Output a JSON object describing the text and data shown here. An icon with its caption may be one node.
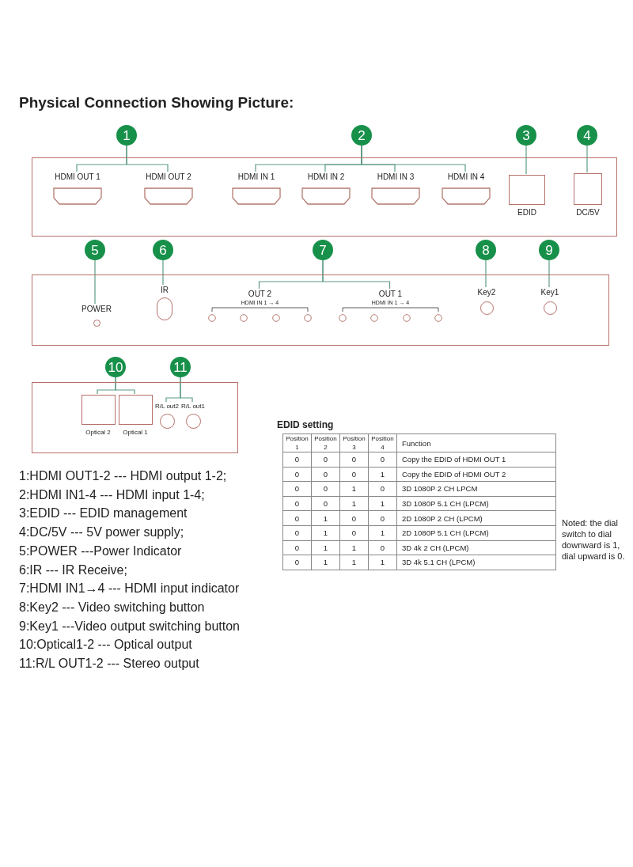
{
  "diagram": {
    "title": "Physical Connection Showing Picture:",
    "nodes": [
      {
        "text": [
          "1"
        ]
      },
      {
        "text": [
          "2"
        ]
      },
      {
        "text": [
          "3"
        ]
      },
      {
        "text": [
          "4"
        ]
      },
      {
        "text": [],
        "shape": "box"
      },
      {
        "text": [
          "HDMI OUT 1"
        ],
        "in": 4
      },
      {
        "text": [
          "HDMI OUT 2"
        ],
        "in": 4
      },
      {
        "text": [
          "HDMI IN 1"
        ],
        "in": 4
      },
      {
        "text": [
          "HDMI IN 2"
        ],
        "in": 4
      },
      {
        "text": [
          "HDMI IN 3"
        ],
        "in": 4
      },
      {
        "text": [
          "HDMI IN 4"
        ],
        "in": 4
      },
      {
        "text": [
          "EDID"
        ],
        "in": 4
      },
      {
        "text": [
          "DC/5V"
        ],
        "in": 4
      },
      {
        "text": [
          "5"
        ]
      },
      {
        "text": [
          "6"
        ]
      },
      {
        "text": [
          "7"
        ]
      },
      {
        "text": [
          "8"
        ]
      },
      {
        "text": [
          "9"
        ]
      },
      {
        "text": [],
        "shape": "box"
      },
      {
        "text": [
          "POWER"
        ],
        "in": 18
      },
      {
        "text": [
          "IR"
        ],
        "in": 18
      },
      {
        "text": [
          "OUT 2",
          "HDMI IN 1 → 4"
        ],
        "in": 18
      },
      {
        "text": [
          "OUT 1",
          "HDMI IN 1 → 4"
        ],
        "in": 18
      },
      {
        "text": [
          "Key2"
        ],
        "in": 18
      },
      {
        "text": [
          "Key1"
        ],
        "in": 18
      },
      {
        "text": [
          "10"
        ]
      },
      {
        "text": [
          "11"
        ]
      },
      {
        "text": [],
        "shape": "box"
      },
      {
        "text": [
          "Optical 2"
        ],
        "in": 27
      },
      {
        "text": [
          "Optical 1"
        ],
        "in": 27
      },
      {
        "text": [
          "R/L out2"
        ],
        "in": 27
      },
      {
        "text": [
          "R/L out1"
        ],
        "in": 27
      }
    ],
    "edges": [
      {
        "from": 0,
        "to": 5,
        "arrow": "none"
      },
      {
        "from": 0,
        "to": 6,
        "arrow": "none"
      },
      {
        "from": 1,
        "to": 7,
        "arrow": "none"
      },
      {
        "from": 1,
        "to": 8,
        "arrow": "none"
      },
      {
        "from": 1,
        "to": 9,
        "arrow": "none"
      },
      {
        "from": 1,
        "to": 10,
        "arrow": "none"
      },
      {
        "from": 2,
        "to": 11,
        "arrow": "none"
      },
      {
        "from": 3,
        "to": 12,
        "arrow": "none"
      },
      {
        "from": 13,
        "to": 19,
        "arrow": "none"
      },
      {
        "from": 14,
        "to": 20,
        "arrow": "none"
      },
      {
        "from": 15,
        "to": 21,
        "arrow": "none"
      },
      {
        "from": 15,
        "to": 22,
        "arrow": "none"
      },
      {
        "from": 16,
        "to": 23,
        "arrow": "none"
      },
      {
        "from": 17,
        "to": 24,
        "arrow": "none"
      },
      {
        "from": 25,
        "to": 28,
        "arrow": "none"
      },
      {
        "from": 25,
        "to": 29,
        "arrow": "none"
      },
      {
        "from": 26,
        "to": 30,
        "arrow": "none"
      },
      {
        "from": 26,
        "to": 31,
        "arrow": "none"
      }
    ],
    "labels": [
      "1:HDMI OUT1-2 --- HDMI output 1-2;",
      "2:HDMI IN1-4 --- HDMI input 1-4;",
      "3:EDID --- EDID management",
      "4:DC/5V --- 5V power supply;",
      "5:POWER ---Power Indicator",
      "6:IR --- IR Receive;",
      "7:HDMI IN1→4 --- HDMI input indicator",
      "8:Key2 --- Video switching button",
      "9:Key1 ---Video output switching button",
      "10:Optical1-2 --- Optical output",
      "11:R/L OUT1-2 --- Stereo output",
      "EDID setting",
      "Position 1",
      "Position 2",
      "Position 3",
      "Position 4",
      "Function",
      "0",
      "0",
      "0",
      "0",
      "Copy the EDID of HDMI OUT 1",
      "0",
      "0",
      "0",
      "1",
      "Copy the EDID of HDMI OUT 2",
      "0",
      "0",
      "1",
      "0",
      "3D 1080P 2 CH LPCM",
      "0",
      "0",
      "1",
      "1",
      "3D 1080P 5.1 CH (LPCM)",
      "0",
      "1",
      "0",
      "0",
      "2D 1080P 2 CH (LPCM)",
      "0",
      "1",
      "0",
      "1",
      "2D 1080P 5.1 CH (LPCM)",
      "0",
      "1",
      "1",
      "0",
      "3D 4k 2 CH (LPCM)",
      "0",
      "1",
      "1",
      "1",
      "3D 4k 5.1 CH (LPCM)",
      "Noted: the dial switch to dial downward is 1, dial upward is 0."
    ]
  }
}
